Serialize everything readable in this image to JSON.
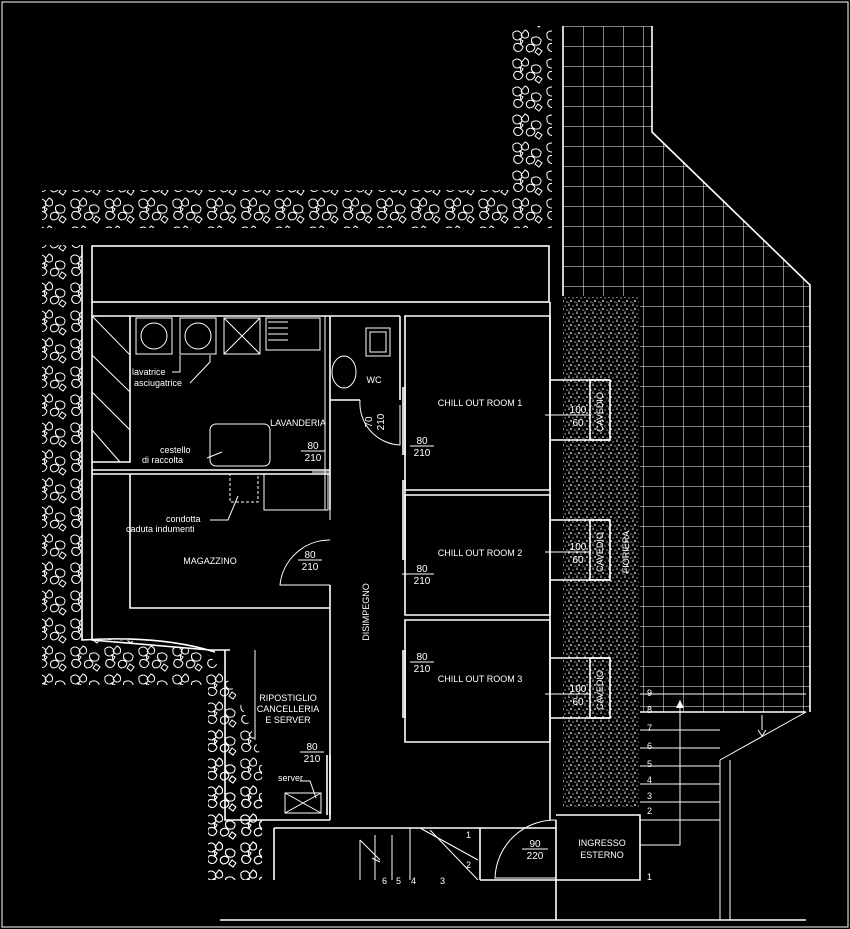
{
  "rooms": {
    "lavanderia": "LAVANDERIA",
    "wc": "WC",
    "magazzino": "MAGAZZINO",
    "disimpegno": "DISIMPEGNO",
    "chill1": "CHILL OUT ROOM 1",
    "chill2": "CHILL OUT ROOM 2",
    "chill3": "CHILL OUT ROOM 3",
    "ripostiglio": [
      "RIPOSTIGLIO",
      "CANCELLERIA",
      "E SERVER"
    ],
    "ingresso": [
      "INGRESSO",
      "ESTERNO"
    ],
    "cavedio": "CAVEDIO",
    "fioriera": "FIORIERA"
  },
  "notes": {
    "lavatrice": "lavatrice",
    "asciugatrice": "asciugatrice",
    "cestello": [
      "cestello",
      "di raccolta"
    ],
    "condotta": [
      "condotta",
      "caduta indumenti"
    ],
    "server": "server"
  },
  "doors": {
    "wc": {
      "w": "70",
      "h": "210"
    },
    "lav": {
      "w": "80",
      "h": "210"
    },
    "mag": {
      "w": "80",
      "h": "210"
    },
    "chill1": {
      "w": "80",
      "h": "210"
    },
    "chill2": {
      "w": "80",
      "h": "210"
    },
    "chill3": {
      "w": "80",
      "h": "210"
    },
    "rip": {
      "w": "80",
      "h": "210"
    },
    "ingresso": {
      "w": "90",
      "h": "220"
    },
    "cav1": {
      "w": "100",
      "h": "60"
    },
    "cav2": {
      "w": "100",
      "h": "60"
    },
    "cav3": {
      "w": "100",
      "h": "60"
    }
  },
  "stairs_right": [
    "9",
    "8",
    "7",
    "6",
    "5",
    "4",
    "3",
    "2",
    "1"
  ],
  "stairs_bottom": [
    "6",
    "5",
    "4",
    "3",
    "2",
    "1"
  ]
}
